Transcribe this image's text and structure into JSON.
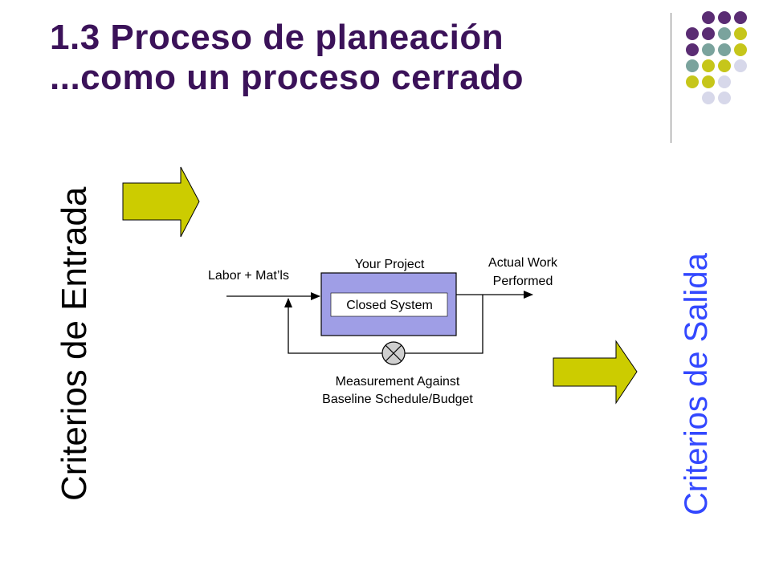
{
  "colors": {
    "title": "#3b1259",
    "purple": "#5a2c73",
    "teal": "#7aa39d",
    "olive": "#c6c61a",
    "lavender": "#d7d8ea",
    "arrow_fill": "#cccc00",
    "box_fill": "#9f9ee6",
    "salida_text": "#3348ff"
  },
  "slide": {
    "title_line1": "1.3 Proceso de planeación",
    "title_line2": "...como un proceso cerrado",
    "entrada_label": "Criterios de Entrada",
    "salida_label": "Criterios de Salida"
  },
  "diagram": {
    "input_label": "Labor + Mat’ls",
    "box_title": "Your Project",
    "inner_label": "Closed System",
    "output_line1": "Actual Work",
    "output_line2": "Performed",
    "feedback_line1": "Measurement Against",
    "feedback_line2": "Baseline Schedule/Budget"
  }
}
